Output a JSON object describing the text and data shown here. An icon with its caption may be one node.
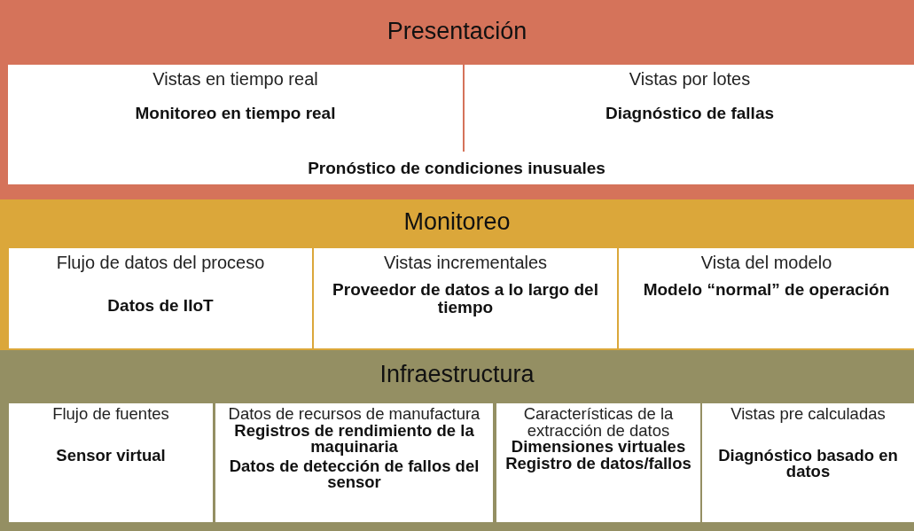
{
  "diagram": {
    "nodes": [
      {
        "text": [
          "Presentación"
        ]
      },
      {
        "text": [
          "Vistas en tiempo real",
          "Monitoreo en tiempo real"
        ],
        "in": 0
      },
      {
        "text": [
          "Vistas por lotes",
          "Diagnóstico de fallas"
        ],
        "in": 0
      },
      {
        "text": [
          "Pronóstico de condiciones inusuales"
        ],
        "in": 0
      },
      {
        "text": [
          "Monitoreo"
        ]
      },
      {
        "text": [
          "Flujo de datos del proceso",
          "Datos de IIoT"
        ],
        "in": 4
      },
      {
        "text": [
          "Vistas incrementales",
          "Proveedor de datos a lo largo del tiempo"
        ],
        "in": 4
      },
      {
        "text": [
          "Vista del modelo",
          "Modelo “normal” de operación"
        ],
        "in": 4
      },
      {
        "text": [
          "Infraestructura"
        ]
      },
      {
        "text": [
          "Flujo de fuentes",
          "Sensor virtual"
        ],
        "in": 8
      },
      {
        "text": [
          "Datos de recursos de manufactura",
          "Registros de rendimiento de la maquinaria",
          "Datos de detección de fallos del sensor"
        ],
        "in": 8
      },
      {
        "text": [
          "Características de la extracción de datos",
          "Dimensiones virtuales Registro de datos/fallos"
        ],
        "in": 8
      },
      {
        "text": [
          "Vistas pre calculadas",
          "Diagnóstico basado en datos"
        ],
        "in": 8
      }
    ],
    "edges": []
  }
}
